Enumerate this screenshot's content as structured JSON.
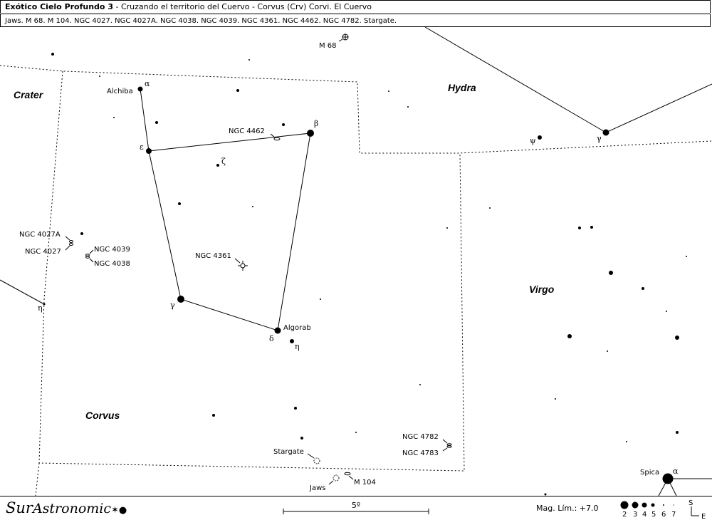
{
  "header": {
    "title": "Exótico Cielo Profundo 3",
    "subtitle": " - Cruzando el territorio del Cuervo - Corvus (Crv) Corvi. El Cuervo",
    "objects": "Jaws. M 68. M 104. NGC 4027. NGC 4027A. NGC 4038. NGC 4039. NGC 4361. NGC 4462. NGC 4782. Stargate."
  },
  "constellations": [
    "Crater",
    "Hydra",
    "Corvus",
    "Virgo"
  ],
  "stars": {
    "alchiba": "Alchiba",
    "algorab": "Algorab",
    "spica": "Spica"
  },
  "greek": {
    "alpha": "α",
    "beta": "β",
    "gamma": "γ",
    "delta": "δ",
    "epsilon": "ε",
    "zeta": "ζ",
    "eta": "η",
    "psi": "ψ"
  },
  "deep_sky": {
    "m68": "M 68",
    "m104": "M 104",
    "ngc4462": "NGC 4462",
    "ngc4361": "NGC 4361",
    "ngc4027a": "NGC 4027A",
    "ngc4027": "NGC 4027",
    "ngc4039": "NGC 4039",
    "ngc4038": "NGC 4038",
    "ngc4782": "NGC 4782",
    "ngc4783": "NGC 4783",
    "stargate": "Stargate",
    "jaws": "Jaws"
  },
  "footer": {
    "logo_sur": "Sur",
    "logo_rest": "Astronomic",
    "scale": "5º",
    "mag_limit": "Mag. Lím.: +7.0",
    "mag_scale": [
      "2",
      "3",
      "4",
      "5",
      "6",
      "7"
    ],
    "compass_s": "S",
    "compass_e": "E"
  }
}
